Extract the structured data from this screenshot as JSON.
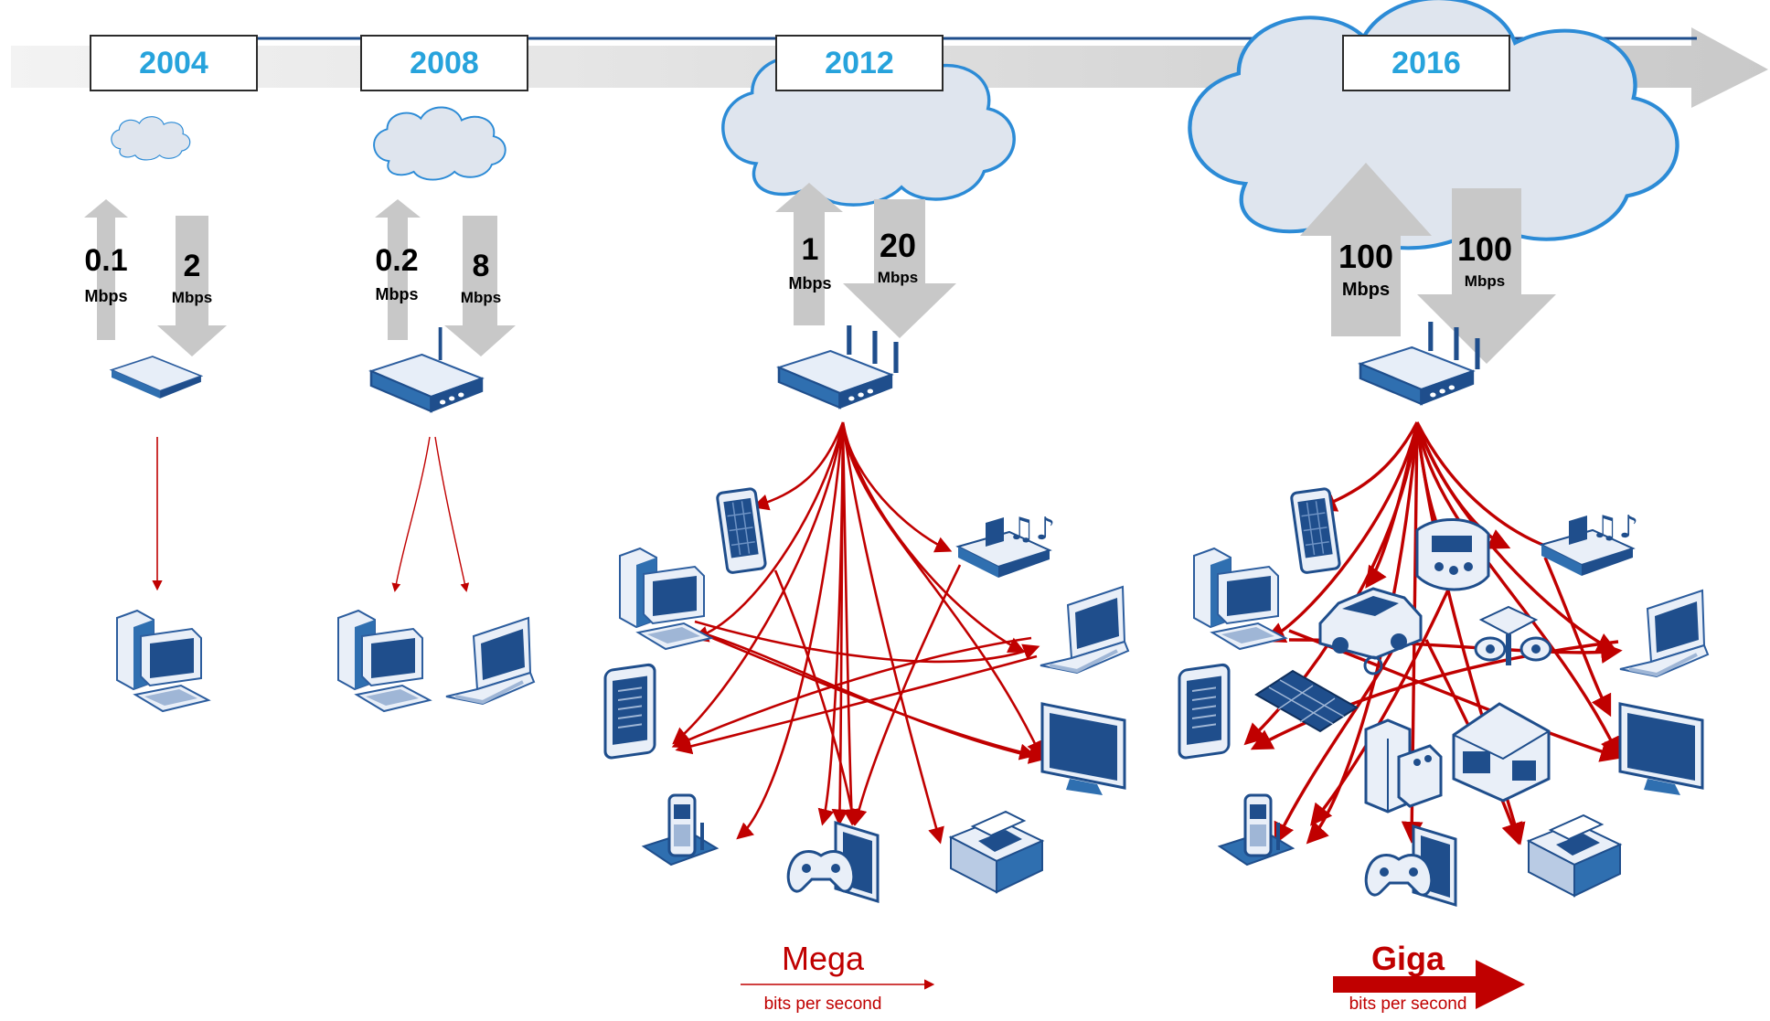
{
  "timeline": {
    "years": [
      "2004",
      "2008",
      "2012",
      "2016"
    ]
  },
  "eras": [
    {
      "year": "2004",
      "up_value": "0.1",
      "up_unit": "Mbps",
      "down_value": "2",
      "down_unit": "Mbps"
    },
    {
      "year": "2008",
      "up_value": "0.2",
      "up_unit": "Mbps",
      "down_value": "8",
      "down_unit": "Mbps"
    },
    {
      "year": "2012",
      "up_value": "1",
      "up_unit": "Mbps",
      "down_value": "20",
      "down_unit": "Mbps"
    },
    {
      "year": "2016",
      "up_value": "100",
      "up_unit": "Mbps",
      "down_value": "100",
      "down_unit": "Mbps"
    }
  ],
  "legend": {
    "mega_title": "Mega",
    "mega_sub": "bits per second",
    "giga_title": "Giga",
    "giga_sub": "bits per second"
  },
  "colors": {
    "year_text": "#27a3dc",
    "arrow_red": "#c00000",
    "gray_arrow": "#c8c8c8",
    "device_blue": "#1f4e8c",
    "cloud_fill": "#dfe5ee"
  }
}
